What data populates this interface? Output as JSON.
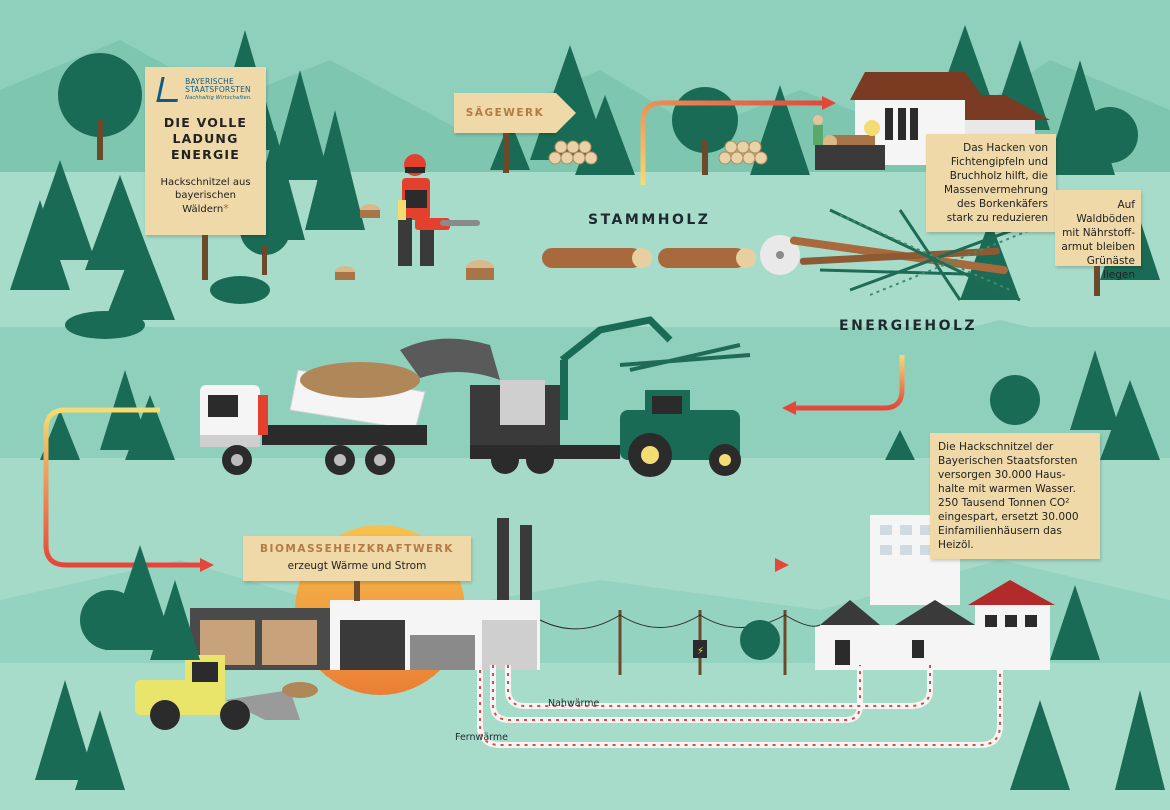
{
  "logo": {
    "line1": "BAYERISCHE",
    "line2": "STAATSFORSTEN",
    "tagline": "Nachhaltig Wirtschaften."
  },
  "title": {
    "line1": "DIE VOLLE",
    "line2": "LADUNG",
    "line3": "ENERGIE"
  },
  "subtitle": {
    "line1": "Hackschnitzel aus",
    "line2": "bayerischen",
    "line3": "Wäldern",
    "star": "*"
  },
  "saegewerk": "SÄGEWERK",
  "stammholz": "STAMMHOLZ",
  "energieholz": "ENERGIEHOLZ",
  "info_borkenkaefer": {
    "lines": [
      "Das Hacken von",
      "Fichtengipfeln und",
      "Bruchholz hilft, die",
      "Massenvermehrung",
      "des Borkenkäfers",
      "stark zu reduzieren"
    ]
  },
  "info_waldboeden": {
    "lines": [
      "Auf Waldböden",
      "mit Nährstoff-",
      "armut bleiben",
      "Grünäste liegen"
    ]
  },
  "info_hackschnitzel": {
    "lines": [
      "Die Hackschnitzel der",
      "Bayerischen Staatsforsten",
      "versorgen 30.000 Haus-",
      "halte mit warmen Wasser.",
      "250 Tausend Tonnen CO²",
      "eingespart, ersetzt 30.000",
      "Einfamilienhäusern das",
      "Heizöl."
    ]
  },
  "biomasse": {
    "title": "BIOMASSEHEIZKRAFTWERK",
    "subtitle": "erzeugt Wärme und Strom"
  },
  "nahwaerme": "Nahwärme",
  "fernwaerme": "Fernwärme",
  "colors": {
    "background": "#8fd0bd",
    "ground": "#a8dcca",
    "tree": "#1a6b55",
    "sign": "#efd9a9",
    "arrow": "#e4473a",
    "arrow_start": "#f4dc74"
  }
}
